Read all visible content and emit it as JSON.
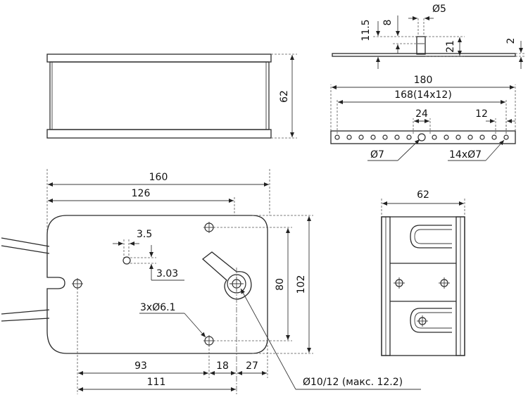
{
  "dims": {
    "height_62_side": "62",
    "phi5": "Ø5",
    "d11_5": "11.5",
    "d8": "8",
    "d21": "21",
    "d2": "2",
    "d180": "180",
    "d168": "168(14x12)",
    "d24": "24",
    "d12": "12",
    "phi7": "Ø7",
    "holes14": "14xØ7",
    "d160": "160",
    "d126": "126",
    "d3_5": "3.5",
    "d3_03": "3.03",
    "holes3": "3xØ6.1",
    "d80": "80",
    "d102": "102",
    "d93": "93",
    "d18": "18",
    "d27": "27",
    "d111": "111",
    "shaft": "Ø10/12 (макс. 12.2)",
    "d62_bracket": "62"
  }
}
